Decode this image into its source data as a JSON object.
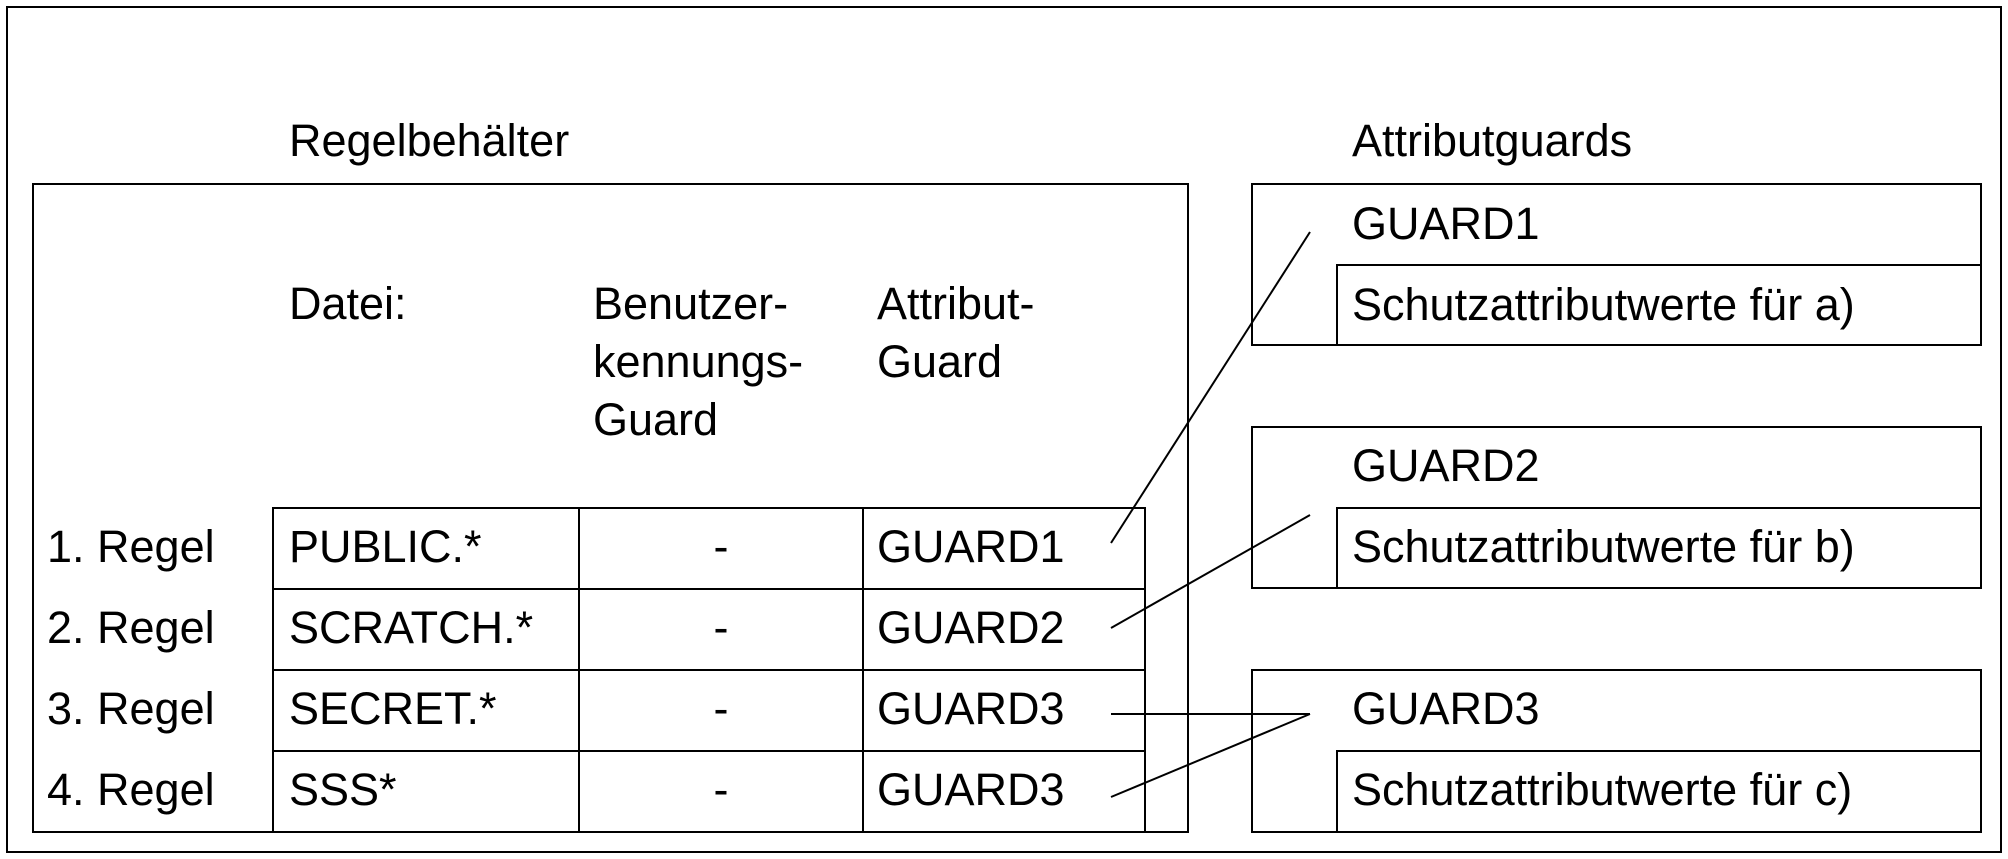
{
  "rule_container": {
    "title": "Regelbehälter",
    "columns": {
      "file": "Datei:",
      "user_id_guard": [
        "Benutzer-",
        "kennungs-",
        "Guard"
      ],
      "attribute_guard": [
        "Attribut-",
        "Guard"
      ]
    },
    "rules": [
      {
        "label": "1. Regel",
        "file": "PUBLIC.*",
        "user_guard": "-",
        "attr_guard": "GUARD1"
      },
      {
        "label": "2. Regel",
        "file": "SCRATCH.*",
        "user_guard": "-",
        "attr_guard": "GUARD2"
      },
      {
        "label": "3. Regel",
        "file": "SECRET.*",
        "user_guard": "-",
        "attr_guard": "GUARD3"
      },
      {
        "label": "4. Regel",
        "file": "SSS*",
        "user_guard": "-",
        "attr_guard": "GUARD3"
      }
    ]
  },
  "attribute_guards": {
    "title": "Attributguards",
    "guards": [
      {
        "name": "GUARD1",
        "values": "Schutzattributwerte für a)"
      },
      {
        "name": "GUARD2",
        "values": "Schutzattributwerte für b)"
      },
      {
        "name": "GUARD3",
        "values": "Schutzattributwerte für c)"
      }
    ]
  }
}
